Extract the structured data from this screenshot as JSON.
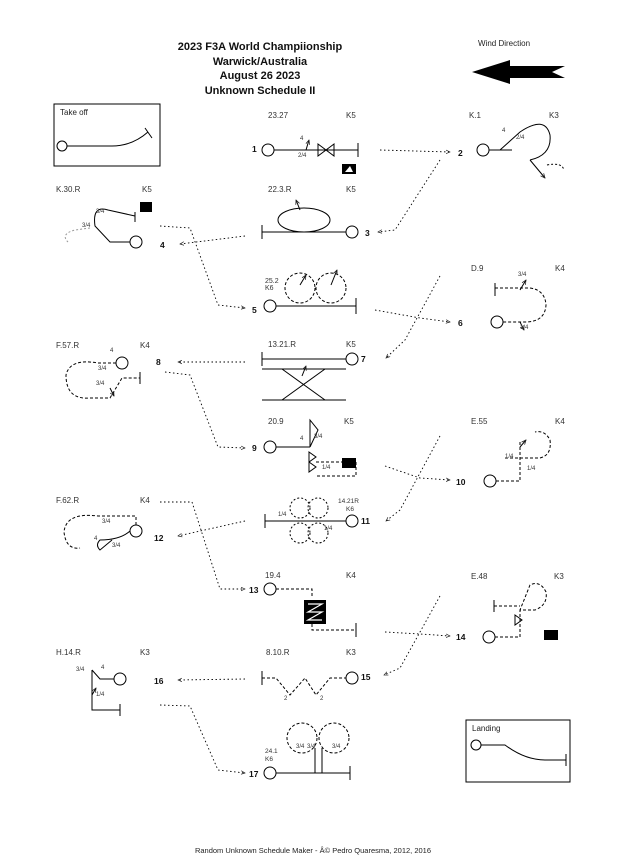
{
  "header": {
    "line1": "2023 F3A World Champiionship",
    "line2": "Warwick/Australia",
    "line3": "August 26 2023",
    "line4": "Unknown Schedule II"
  },
  "wind": {
    "label": "Wind Direction"
  },
  "takeoff": {
    "label": "Take off"
  },
  "landing": {
    "label": "Landing"
  },
  "figures": [
    {
      "num": "1",
      "code": "23.27",
      "k": "K5"
    },
    {
      "num": "2",
      "code": "K.1",
      "k": "K3"
    },
    {
      "num": "3",
      "code": "22.3.R",
      "k": "K5"
    },
    {
      "num": "4",
      "code": "K.30.R",
      "k": "K5"
    },
    {
      "num": "5",
      "code": "25.2",
      "k": "K6"
    },
    {
      "num": "6",
      "code": "D.9",
      "k": "K4"
    },
    {
      "num": "7",
      "code": "13.21.R",
      "k": "K5"
    },
    {
      "num": "8",
      "code": "F.57.R",
      "k": "K4"
    },
    {
      "num": "9",
      "code": "20.9",
      "k": "K5"
    },
    {
      "num": "10",
      "code": "E.55",
      "k": "K4"
    },
    {
      "num": "11",
      "code": "14.21R",
      "k": "K6"
    },
    {
      "num": "12",
      "code": "F.62.R",
      "k": "K4"
    },
    {
      "num": "13",
      "code": "19.4",
      "k": "K4"
    },
    {
      "num": "14",
      "code": "E.48",
      "k": "K3"
    },
    {
      "num": "15",
      "code": "8.10.R",
      "k": "K3"
    },
    {
      "num": "16",
      "code": "H.14.R",
      "k": "K3"
    },
    {
      "num": "17",
      "code": "24.1",
      "k": "K6"
    }
  ],
  "roll_marks": {
    "q34": "3/4",
    "q14": "1/4",
    "h24": "2/4",
    "two": "2",
    "four": "4"
  },
  "footer": "Random Unknown Schedule Maker - Â© Pedro Quaresma, 2012, 2016"
}
